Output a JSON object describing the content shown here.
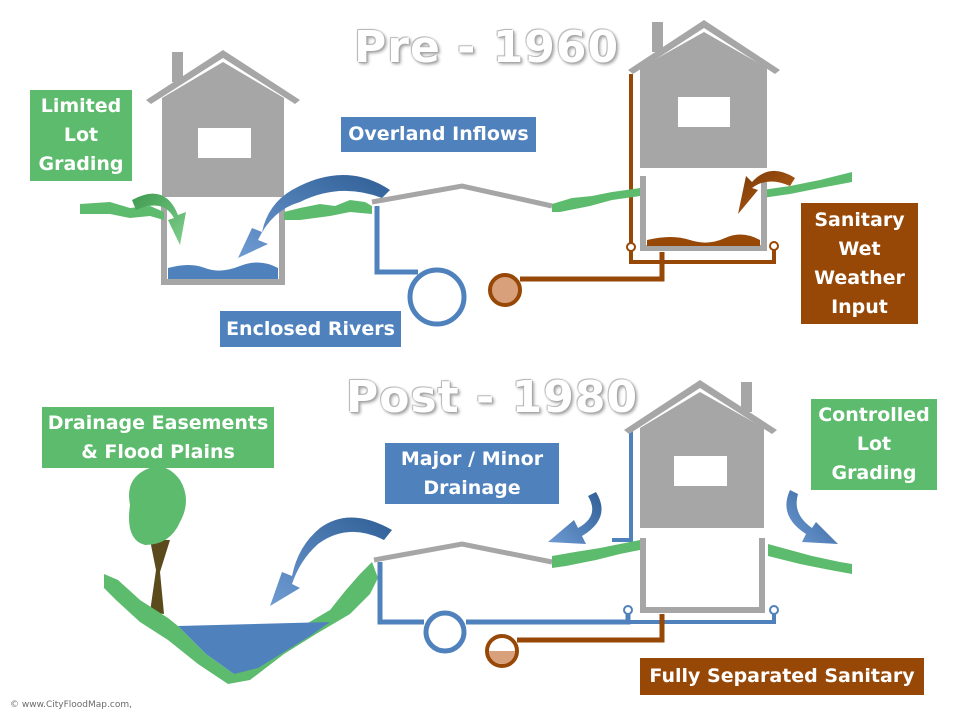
{
  "titles": {
    "pre": "Pre - 1960",
    "post": "Post - 1980"
  },
  "labels": {
    "limited_lot_grading": "Limited\nLot\nGrading",
    "overland_inflows": "Overland Inflows",
    "enclosed_rivers": "Enclosed Rivers",
    "sanitary_wet_weather_input": "Sanitary\nWet\nWeather\nInput",
    "drainage_easements": "Drainage Easements\n& Flood Plains",
    "major_minor_drainage": "Major / Minor\nDrainage",
    "controlled_lot_grading": "Controlled\nLot\nGrading",
    "fully_separated_sanitary": "Fully Separated Sanitary"
  },
  "footer": "© www.CityFloodMap.com,",
  "colors": {
    "house": "#a6a6a6",
    "grass": "#5dbb6d",
    "storm": "#4f81bd",
    "sanitary": "#974706",
    "water": "#4f81bd",
    "road": "#a6a6a6"
  }
}
